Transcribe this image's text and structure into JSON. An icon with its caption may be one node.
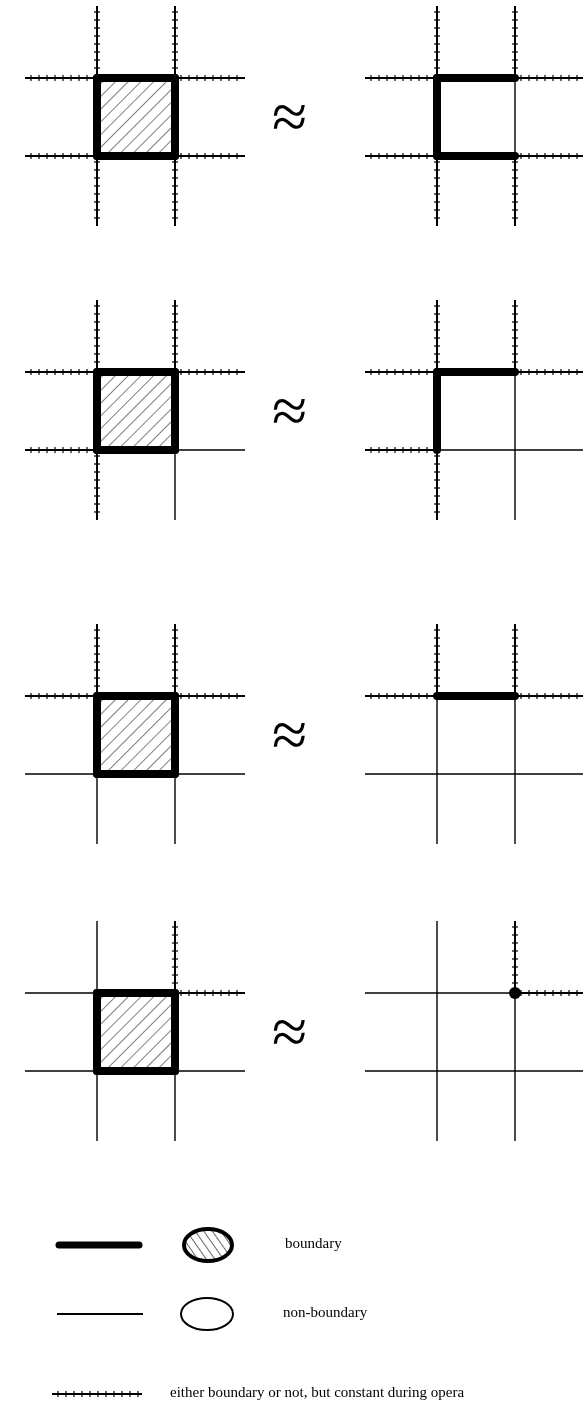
{
  "diagram": {
    "labels": [
      "≈",
      "≈",
      "≈",
      "≈"
    ],
    "legend": [
      {
        "text": "boundary"
      },
      {
        "text": "non-boundary"
      },
      {
        "text": "either boundary or not, but constant during opera"
      }
    ]
  }
}
